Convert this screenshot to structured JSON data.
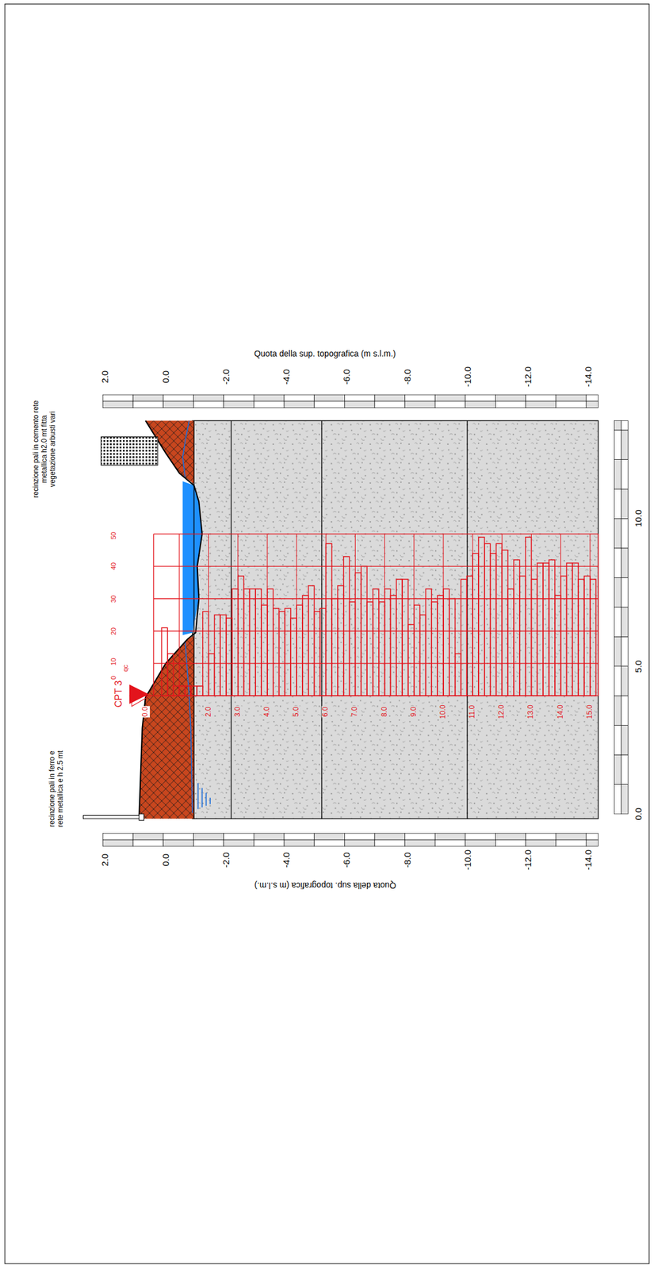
{
  "diagram": {
    "labels": [
      "recinzione pali in cemento rete metallica h2.0 mt fitta vegetazione arbusti vari",
      "Quota della sup. topografica (m s.l.m.)",
      "2.0",
      "0.0",
      "-2.0",
      "-4.0",
      "-6.0",
      "-8.0",
      "-10.0",
      "-12.0",
      "-14.0",
      "CPT 3",
      "qc",
      "0",
      "10",
      "20",
      "30",
      "40",
      "50",
      "0.0",
      "2.0",
      "3.0",
      "4.0",
      "5.0",
      "6.0",
      "7.0",
      "8.0",
      "9.0",
      "10.0",
      "11.0",
      "12.0",
      "13.0",
      "14.0",
      "15.0",
      "recinzione pali in ferro e rete metallica e h 2.5 mt",
      "2.0",
      "0.0",
      "-2.0",
      "-4.0",
      "-6.0",
      "-8.0",
      "-10.0",
      "-12.0",
      "-14.0",
      "Quota della sup. topografica (m s.l.m.)",
      "0.0",
      "5.0",
      "10.0"
    ]
  }
}
